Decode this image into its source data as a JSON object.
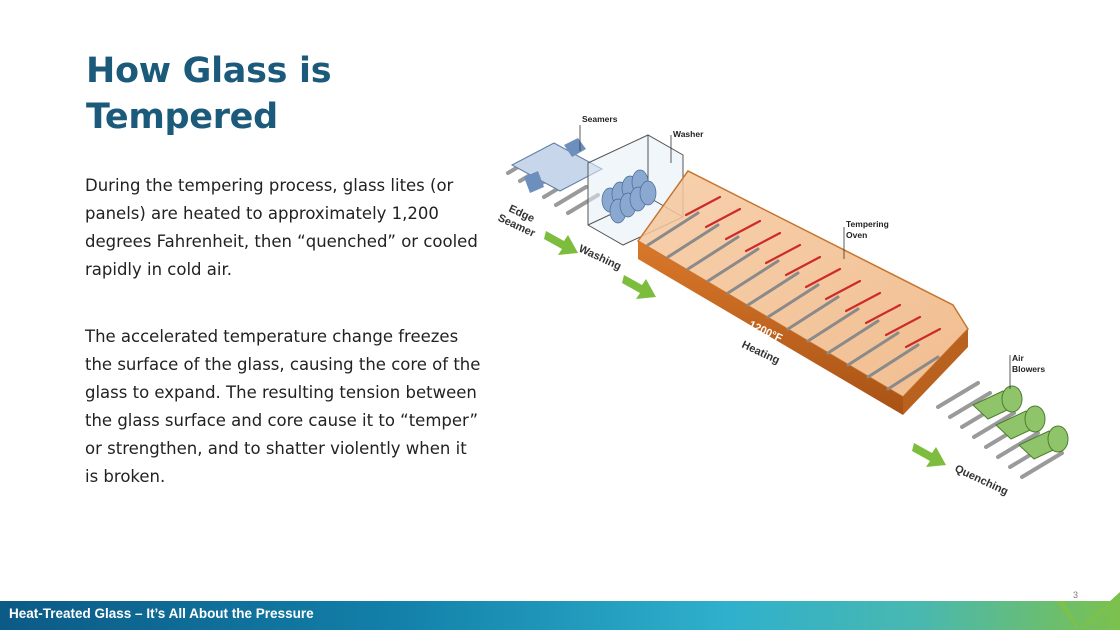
{
  "slide": {
    "title": "How Glass is Tempered",
    "paragraph_1": "During the tempering process, glass lites (or panels) are heated to approximately 1,200 degrees Fahrenheit, then “quenched” or cooled rapidly in cold air.",
    "paragraph_2": "The accelerated temperature change freezes the surface of the glass, causing the core of the glass to expand. The resulting tension between the glass surface and core cause it to “temper” or strengthen, and to shatter violently when it is broken.",
    "page_number": "3"
  },
  "diagram": {
    "labels": {
      "seamers": "Seamers",
      "washer": "Washer",
      "tempering_oven_1": "Tempering",
      "tempering_oven_2": "Oven",
      "air_blowers_1": "Air",
      "air_blowers_2": "Blowers",
      "edge_1": "Edge",
      "edge_2": "Seamer",
      "washing": "Washing",
      "temperature": "1200°F",
      "heating": "Heating",
      "quenching": "Quenching"
    },
    "colors": {
      "oven": "#d9782a",
      "arrow": "#7cbd3e",
      "blower": "#8fc46a",
      "washer": "#9db7d9"
    }
  },
  "footer": {
    "text": "Heat-Treated Glass – It’s All About the Pressure",
    "gradient_start": "#0c5a86",
    "gradient_end": "#7cc14e"
  }
}
